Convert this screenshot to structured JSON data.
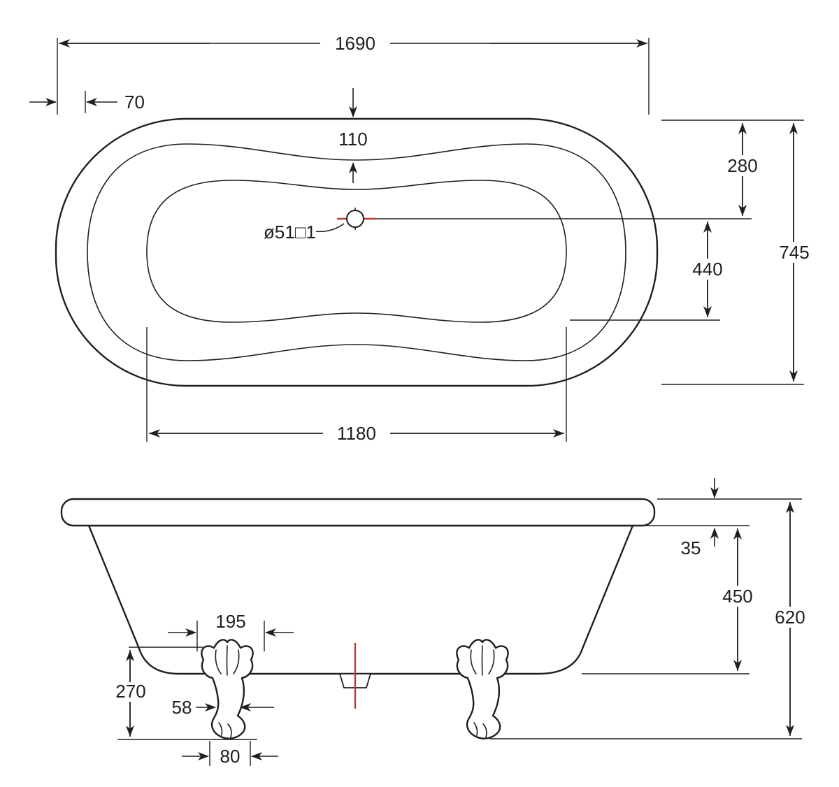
{
  "drawing": {
    "title": "clawfoot-bathtub-dimension-drawing",
    "colors": {
      "line": "#1f1f1f",
      "accent_red": "#c0392b",
      "background": "#ffffff"
    },
    "top_view": {
      "dims": {
        "overall_length": "1690",
        "rim_width": "70",
        "head_inset": "110",
        "drain_from_edge": "280",
        "overall_width": "745",
        "drain_to_basin_end": "440",
        "basin_length": "1180",
        "drain_label": "ø51□1"
      }
    },
    "side_view": {
      "dims": {
        "rim_thickness": "35",
        "rim_to_base_depth": "450",
        "overall_height": "620",
        "foot_top_width": "195",
        "foot_height": "270",
        "foot_leg_width": "58",
        "foot_base_width": "80"
      }
    }
  }
}
